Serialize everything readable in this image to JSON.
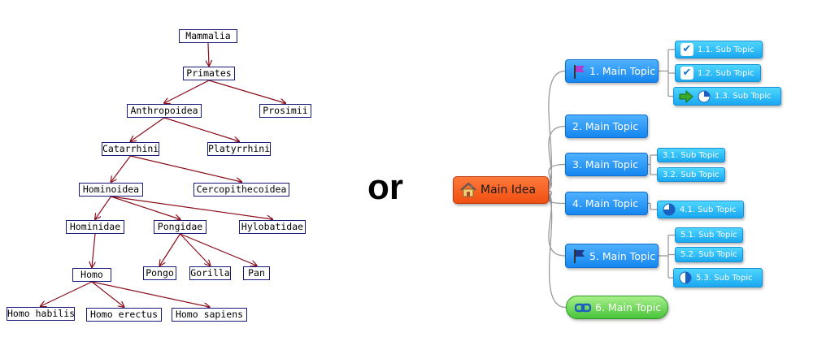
{
  "tree": {
    "nodes": [
      {
        "id": "mammalia",
        "label": "Mammalia"
      },
      {
        "id": "primates",
        "label": "Primates"
      },
      {
        "id": "anthropoidea",
        "label": "Anthropoidea"
      },
      {
        "id": "prosimii",
        "label": "Prosimii"
      },
      {
        "id": "catarrhini",
        "label": "Catarrhini"
      },
      {
        "id": "platyrrhini",
        "label": "Platyrrhini"
      },
      {
        "id": "hominoidea",
        "label": "Hominoidea"
      },
      {
        "id": "cercopithecoidea",
        "label": "Cercopithecoidea"
      },
      {
        "id": "hominidae",
        "label": "Hominidae"
      },
      {
        "id": "pongidae",
        "label": "Pongidae"
      },
      {
        "id": "hylobatidae",
        "label": "Hylobatidae"
      },
      {
        "id": "pongo",
        "label": "Pongo"
      },
      {
        "id": "gorilla",
        "label": "Gorilla"
      },
      {
        "id": "pan",
        "label": "Pan"
      },
      {
        "id": "homo",
        "label": "Homo"
      },
      {
        "id": "homo-habilis",
        "label": "Homo habilis"
      },
      {
        "id": "homo-erectus",
        "label": "Homo erectus"
      },
      {
        "id": "homo-sapiens",
        "label": "Homo sapiens"
      }
    ],
    "edges": [
      [
        "mammalia",
        "primates"
      ],
      [
        "primates",
        "anthropoidea"
      ],
      [
        "primates",
        "prosimii"
      ],
      [
        "anthropoidea",
        "catarrhini"
      ],
      [
        "anthropoidea",
        "platyrrhini"
      ],
      [
        "catarrhini",
        "hominoidea"
      ],
      [
        "catarrhini",
        "cercopithecoidea"
      ],
      [
        "hominoidea",
        "hominidae"
      ],
      [
        "hominoidea",
        "pongidae"
      ],
      [
        "hominoidea",
        "hylobatidae"
      ],
      [
        "hominidae",
        "homo"
      ],
      [
        "pongidae",
        "pongo"
      ],
      [
        "pongidae",
        "gorilla"
      ],
      [
        "pongidae",
        "pan"
      ],
      [
        "homo",
        "homo-habilis"
      ],
      [
        "homo",
        "homo-erectus"
      ],
      [
        "homo",
        "homo-sapiens"
      ]
    ],
    "edge_color": "#8b0d1a",
    "border_color": "#1a1a7a"
  },
  "separator": {
    "text": "or"
  },
  "mindmap": {
    "root": {
      "label": "Main Idea",
      "icon": "home-icon"
    },
    "topics": [
      {
        "label": "1. Main Topic",
        "icon": "flag-icon",
        "icon_color": "#b03cd0",
        "subs": [
          {
            "label": "1.1. Sub Topic",
            "icon": "check-icon"
          },
          {
            "label": "1.2. Sub Topic",
            "icon": "check-icon"
          },
          {
            "label": "1.3. Sub Topic",
            "icon": "arrow-right-icon",
            "progress": 0.25
          }
        ]
      },
      {
        "label": "2. Main Topic",
        "icon": "",
        "subs": []
      },
      {
        "label": "3. Main Topic",
        "icon": "",
        "subs": [
          {
            "label": "3.1. Sub Topic",
            "icon": ""
          },
          {
            "label": "3.2. Sub Topic",
            "icon": ""
          }
        ]
      },
      {
        "label": "4. Main Topic",
        "icon": "",
        "subs": [
          {
            "label": "4.1. Sub Topic",
            "icon": "progress-icon",
            "progress": 0.75
          }
        ]
      },
      {
        "label": "5. Main Topic",
        "icon": "flag-icon",
        "icon_color": "#1f3a8a",
        "subs": [
          {
            "label": "5.1. Sub Topic",
            "icon": ""
          },
          {
            "label": "5.2. Sub Topic",
            "icon": ""
          },
          {
            "label": "5.3. Sub Topic",
            "icon": "progress-icon",
            "progress": 0.5
          }
        ]
      },
      {
        "label": "6. Main Topic",
        "icon": "link-icon",
        "style": "green",
        "subs": []
      }
    ],
    "colors": {
      "root": "#f04f12",
      "topic": "#1587ef",
      "sub": "#1aa8f0",
      "green": "#48c43a",
      "line": "#9a9a9a"
    }
  }
}
